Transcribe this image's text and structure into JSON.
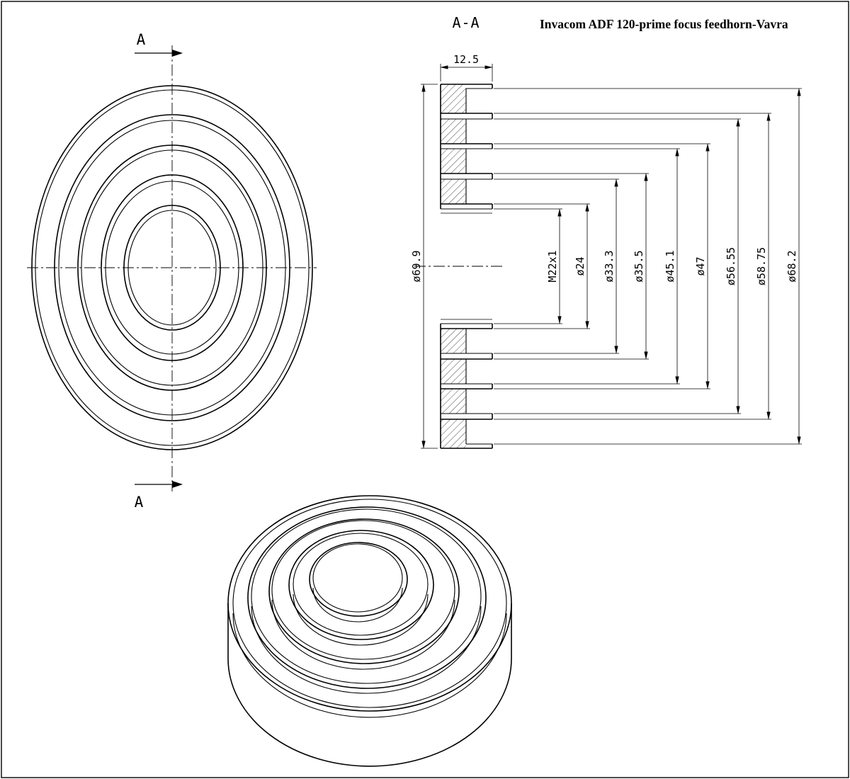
{
  "title": "Invacom ADF 120-prime focus feedhorn-Vavra",
  "line_color": "#000000",
  "front_view": {
    "marker_top": "A",
    "marker_bottom": "A"
  },
  "section_view": {
    "label": "A-A",
    "depth_dim": "12.5",
    "left_dim": "ø69.9",
    "right_dims": [
      "M22x1",
      "ø24",
      "ø33.3",
      "ø35.5",
      "ø45.1",
      "ø47",
      "ø56.55",
      "ø58.75",
      "ø68.2"
    ]
  }
}
